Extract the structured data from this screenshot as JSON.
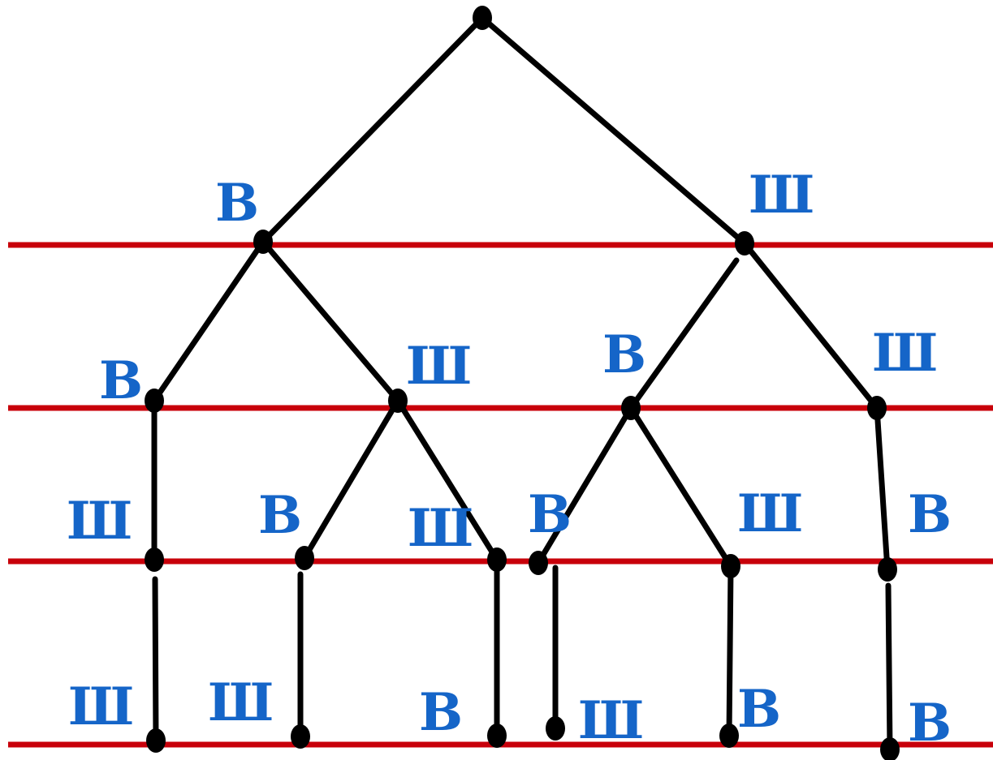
{
  "colors": {
    "level_line": "#c8000a",
    "edge": "#000000",
    "node": "#000000",
    "label": "#1565c8"
  },
  "labels": [
    {
      "id": "l1a",
      "text": "В"
    },
    {
      "id": "l1b",
      "text": "Ш"
    },
    {
      "id": "l2a",
      "text": "В"
    },
    {
      "id": "l2b",
      "text": "Ш"
    },
    {
      "id": "l2c",
      "text": "В"
    },
    {
      "id": "l2d",
      "text": "Ш"
    },
    {
      "id": "l3a",
      "text": "Ш"
    },
    {
      "id": "l3b",
      "text": "В"
    },
    {
      "id": "l3c",
      "text": "Ш"
    },
    {
      "id": "l3d",
      "text": "В"
    },
    {
      "id": "l3e",
      "text": "Ш"
    },
    {
      "id": "l3f",
      "text": "В"
    },
    {
      "id": "l4a",
      "text": "Ш"
    },
    {
      "id": "l4b",
      "text": "Ш"
    },
    {
      "id": "l4c",
      "text": "В"
    },
    {
      "id": "l4d",
      "text": "Ш"
    },
    {
      "id": "l4e",
      "text": "В"
    },
    {
      "id": "l4f",
      "text": "В"
    }
  ]
}
